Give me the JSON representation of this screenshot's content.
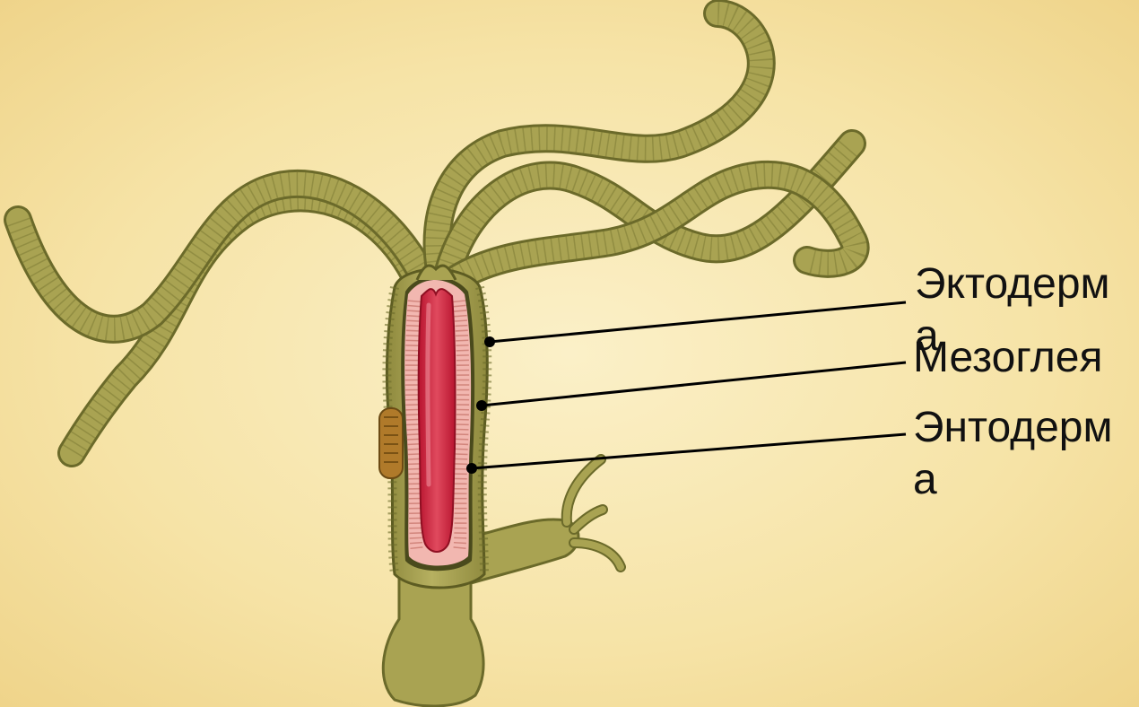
{
  "diagram": {
    "labels": [
      {
        "id": "ectoderm",
        "text": "Эктодерма"
      },
      {
        "id": "mesoglea",
        "text": "Мезоглея"
      },
      {
        "id": "endoderm",
        "text": "Энтодерма"
      }
    ]
  },
  "colors": {
    "background": "#f6e3a6",
    "body": "#a9a352",
    "body_outline": "#6b6a2a",
    "gut_cavity": "#d9344a",
    "endoderm_layer": "#f2b7b0",
    "leader_line": "#000000"
  }
}
